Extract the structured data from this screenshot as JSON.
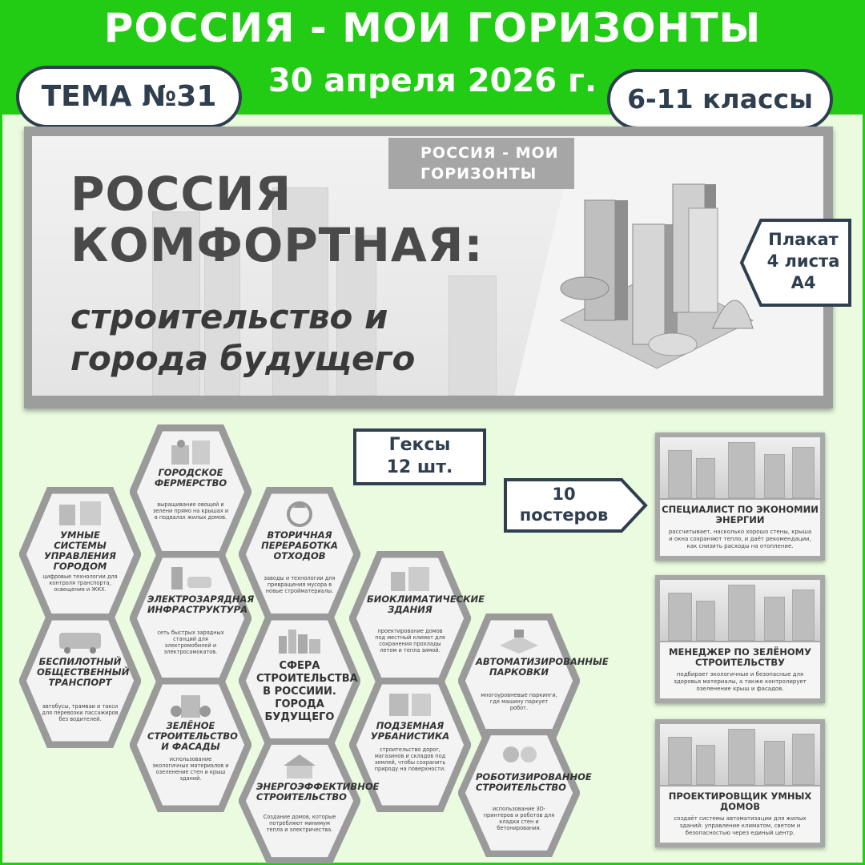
{
  "header": {
    "title": "РОССИЯ - МОИ ГОРИЗОНТЫ",
    "date": "30 апреля 2026 г.",
    "theme_pill": "ТЕМА №31",
    "grades_pill": "6-11 классы"
  },
  "banner": {
    "tag_line1": "РОССИЯ - МОИ",
    "tag_line2": "ГОРИЗОНТЫ",
    "title_line1": "РОССИЯ",
    "title_line2": "КОМФОРТНАЯ:",
    "subtitle_line1": "строительство и",
    "subtitle_line2": "города будущего"
  },
  "callouts": {
    "poster_line1": "Плакат",
    "poster_line2": "4 листа",
    "poster_line3": "А4",
    "hexes_line1": "Гексы",
    "hexes_line2": "12 шт.",
    "posters_line1": "10",
    "posters_line2": "постеров"
  },
  "hexes": [
    {
      "title": "ГОРОДСКОЕ ФЕРМЕРСТВО",
      "desc": "выращивание овощей и зелени прямо на крышах и в подвалах жилых домов."
    },
    {
      "title": "УМНЫЕ СИСТЕМЫ УПРАВЛЕНИЯ ГОРОДОМ",
      "desc": "цифровые технологии для контроля транспорта, освещения и ЖКХ."
    },
    {
      "title": "ВТОРИЧНАЯ ПЕРЕРАБОТКА ОТХОДОВ",
      "desc": "заводы и технологии для превращения мусора в новые стройматериалы."
    },
    {
      "title": "ЭЛЕКТРОЗАРЯДНАЯ ИНФРАСТРУКТУРА",
      "desc": "сеть быстрых зарядных станций для электромобилей и электросамокатов."
    },
    {
      "title": "БИОКЛИМАТИЧЕСКИЕ ЗДАНИЯ",
      "desc": "проектирование домов под местный климат для сохранения прохлады летом и тепла зимой."
    },
    {
      "title": "БЕСПИЛОТНЫЙ ОБЩЕСТВЕННЫЙ ТРАНСПОРТ",
      "desc": "автобусы, трамваи и такси для перевозки пассажиров без водителей."
    },
    {
      "title": "СФЕРА СТРОИТЕЛЬСТВА В РОССИИИ. ГОРОДА БУДУЩЕГО",
      "desc": ""
    },
    {
      "title": "АВТОМАТИЗИРОВАННЫЕ ПАРКОВКИ",
      "desc": "многоуровневые паркинги, где машину паркует робот."
    },
    {
      "title": "ЗЕЛЁНОЕ СТРОИТЕЛЬСТВО И ФАСАДЫ",
      "desc": "использование экологичных материалов и озеленение стен и крыш зданий."
    },
    {
      "title": "ПОДЗЕМНАЯ УРБАНИСТИКА",
      "desc": "строительство дорог, магазинов и складов под землей, чтобы сохранить природу на поверхности."
    },
    {
      "title": "ЭНЕРГОЭФФЕКТИВНОЕ СТРОИТЕЛЬСТВО",
      "desc": "Создание домов, которые потребляют минимум тепла и электричества."
    },
    {
      "title": "РОБОТИЗИРОВАННОЕ СТРОИТЕЛЬСТВО",
      "desc": "использование 3D-принтеров и роботов для кладки стен и бетонирования."
    }
  ],
  "posters": [
    {
      "title": "СПЕЦИАЛИСТ ПО ЭКОНОМИИ ЭНЕРГИИ",
      "desc": "рассчитывает, насколько хорошо стены, крыша и окна сохраняют тепло, и даёт рекомендации, как снизить расходы на отопление."
    },
    {
      "title": "МЕНЕДЖЕР ПО ЗЕЛЁНОМУ СТРОИТЕЛЬСТВУ",
      "desc": "подбирает экологичные и безопасные для здоровья материалы, а также контролирует озеленение крыш и фасадов."
    },
    {
      "title": "ПРОЕКТИРОВЩИК УМНЫХ ДОМОВ",
      "desc": "создаёт системы автоматизации для жилых зданий: управление климатом, светом и безопасностью через единый центр."
    }
  ],
  "colors": {
    "brand_green": "#22cc14",
    "pale_green": "#eafbe0",
    "dark_outline": "#2f3f4f",
    "hex_gray": "#9a9a9a"
  }
}
